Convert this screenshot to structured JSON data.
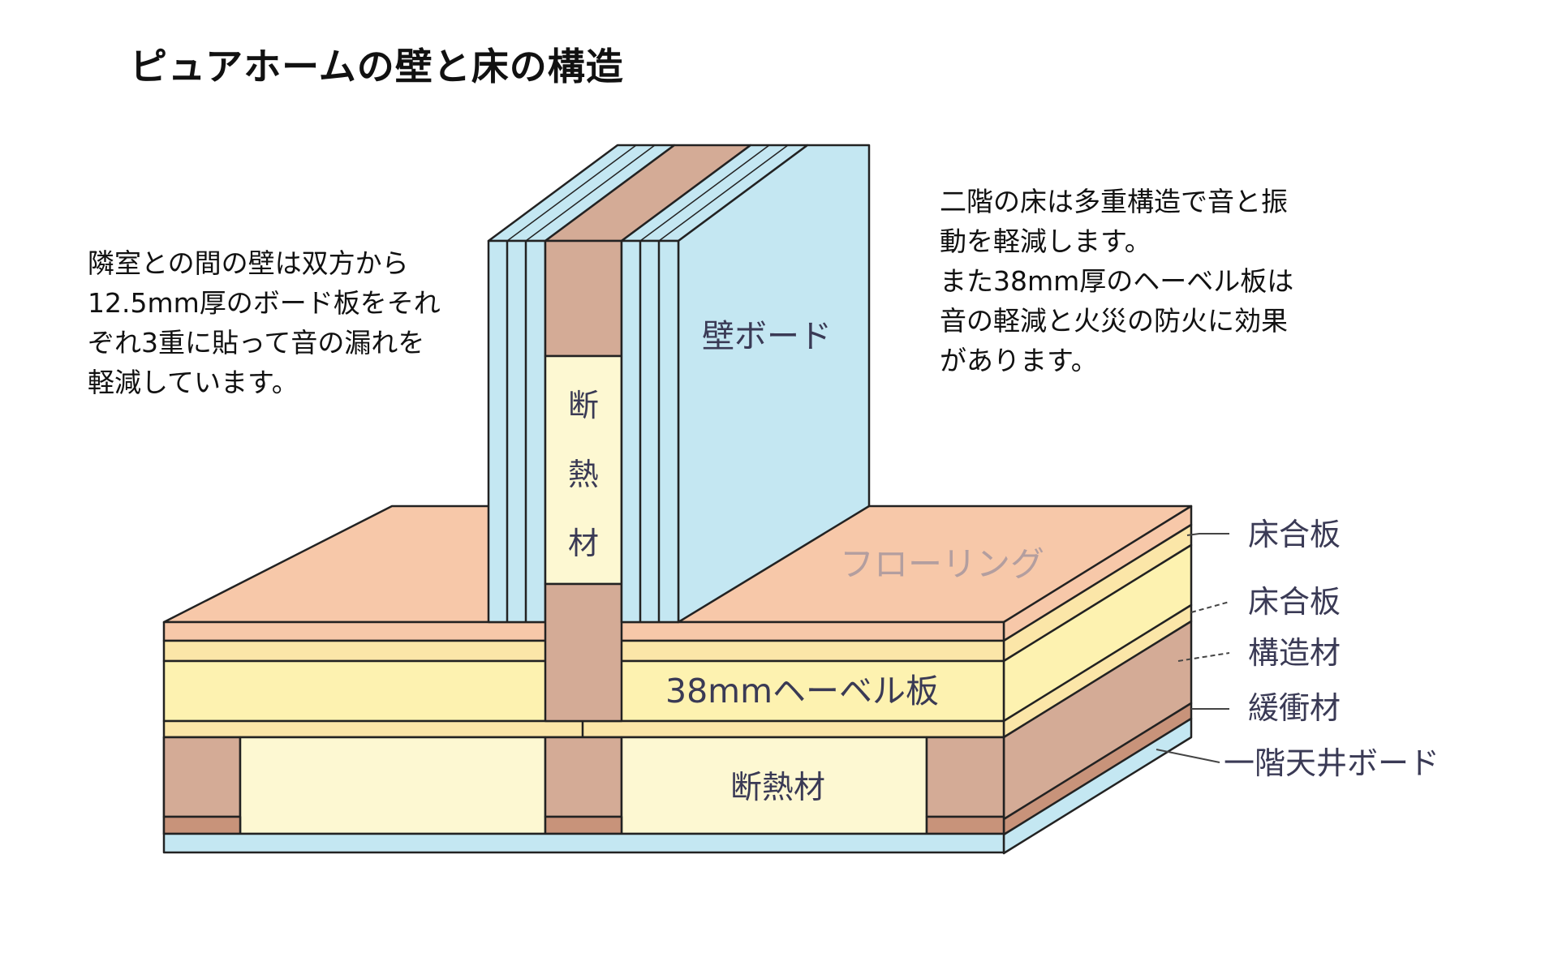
{
  "title": "ピュアホームの壁と床の構造",
  "left_text": {
    "lines": [
      "隣室との間の壁は双方から",
      "12.5mm厚のボード板をそれ",
      "ぞれ3重に貼って音の漏れを",
      "軽減しています。"
    ]
  },
  "right_text": {
    "lines": [
      "二階の床は多重構造で音と振",
      "動を軽減します。",
      "また38mm厚のヘーベル板は",
      "音の軽減と火災の防火に効果",
      "があります。"
    ]
  },
  "labels": {
    "wall_board": "壁ボード",
    "wall_insulation": [
      "断",
      "熱",
      "材"
    ],
    "flooring": "フローリング",
    "hebel_board": "38mmヘーベル板",
    "floor_insulation": "断熱材"
  },
  "callouts": [
    "床合板",
    "床合板",
    "構造材",
    "緩衝材",
    "一階天井ボード"
  ],
  "colors": {
    "wall_board": "#c4e7f2",
    "structural": "#d4ab96",
    "insulation": "#fdf8d2",
    "flooring": "#f7c8a9",
    "plywood": "#fbe6a8",
    "hebel": "#fdf2b0",
    "ceiling_board": "#c4e7f2",
    "outline": "#222222"
  }
}
